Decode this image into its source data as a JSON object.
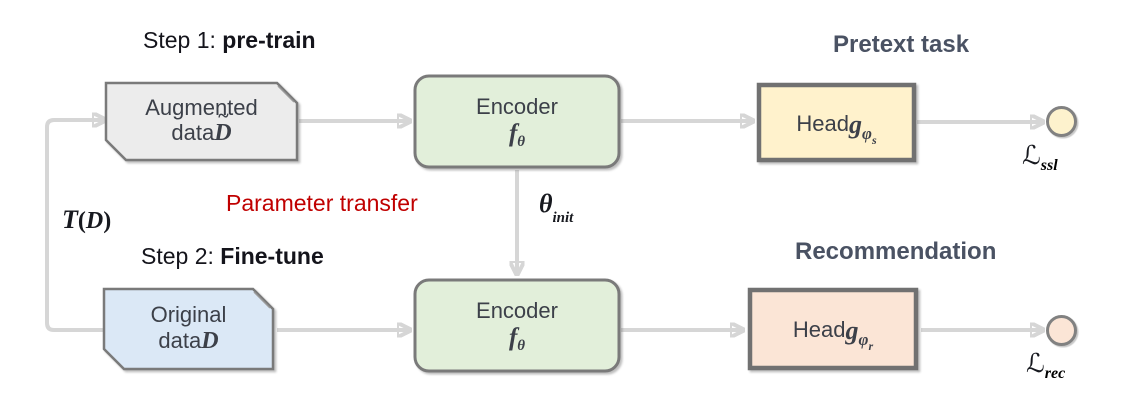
{
  "title_labels": {
    "step1_prefix": "Step 1: ",
    "step1_bold": "pre-train",
    "step2_prefix": "Step 2: ",
    "step2_bold": "Fine-tune",
    "pretext_task": "Pretext task",
    "recommendation": "Recommendation",
    "parameter_transfer": "Parameter transfer"
  },
  "math_labels": {
    "transform": {
      "func": "T",
      "open": "(",
      "arg": "D",
      "close": ")"
    },
    "theta_init": {
      "base": "θ",
      "sub": "init"
    },
    "loss_ssl": {
      "base": "ℒ",
      "sub": "ssl"
    },
    "loss_rec": {
      "base": "ℒ",
      "sub": "rec"
    }
  },
  "boxes": {
    "augmented_data": {
      "line1": "Augmented",
      "line2_text": "data ",
      "line2_math": "D",
      "tilde": "~",
      "fill": "#ececec",
      "border": "#7a7a7a"
    },
    "original_data": {
      "line1": "Original",
      "line2_text": "data ",
      "line2_math": "D",
      "fill": "#dbe8f6",
      "border": "#7a7a7a"
    },
    "encoder_pretrain": {
      "line1": "Encoder",
      "math_base": "f",
      "math_sub": "θ",
      "fill": "#e2efda",
      "border": "#7a7a7a"
    },
    "encoder_finetune": {
      "line1": "Encoder",
      "math_base": "f",
      "math_sub": "θ",
      "fill": "#e2efda",
      "border": "#7a7a7a"
    },
    "head_pretext": {
      "text": "Head ",
      "math_base": "g",
      "math_sub": "φ",
      "math_subsub": "s",
      "fill": "#fff2cc",
      "border": "#717171"
    },
    "head_recommend": {
      "text": "Head ",
      "math_base": "g",
      "math_sub": "φ",
      "math_subsub": "r",
      "fill": "#fbe5d6",
      "border": "#717171"
    }
  },
  "colors": {
    "arrow_gray": "#d6d6d6",
    "red_text": "#c00000",
    "title_text": "#4a5263",
    "box_text": "#3c4049",
    "loss_circle_ssl_fill": "#fdf2cd",
    "loss_circle_rec_fill": "#fbe5d6",
    "background": "#ffffff"
  }
}
